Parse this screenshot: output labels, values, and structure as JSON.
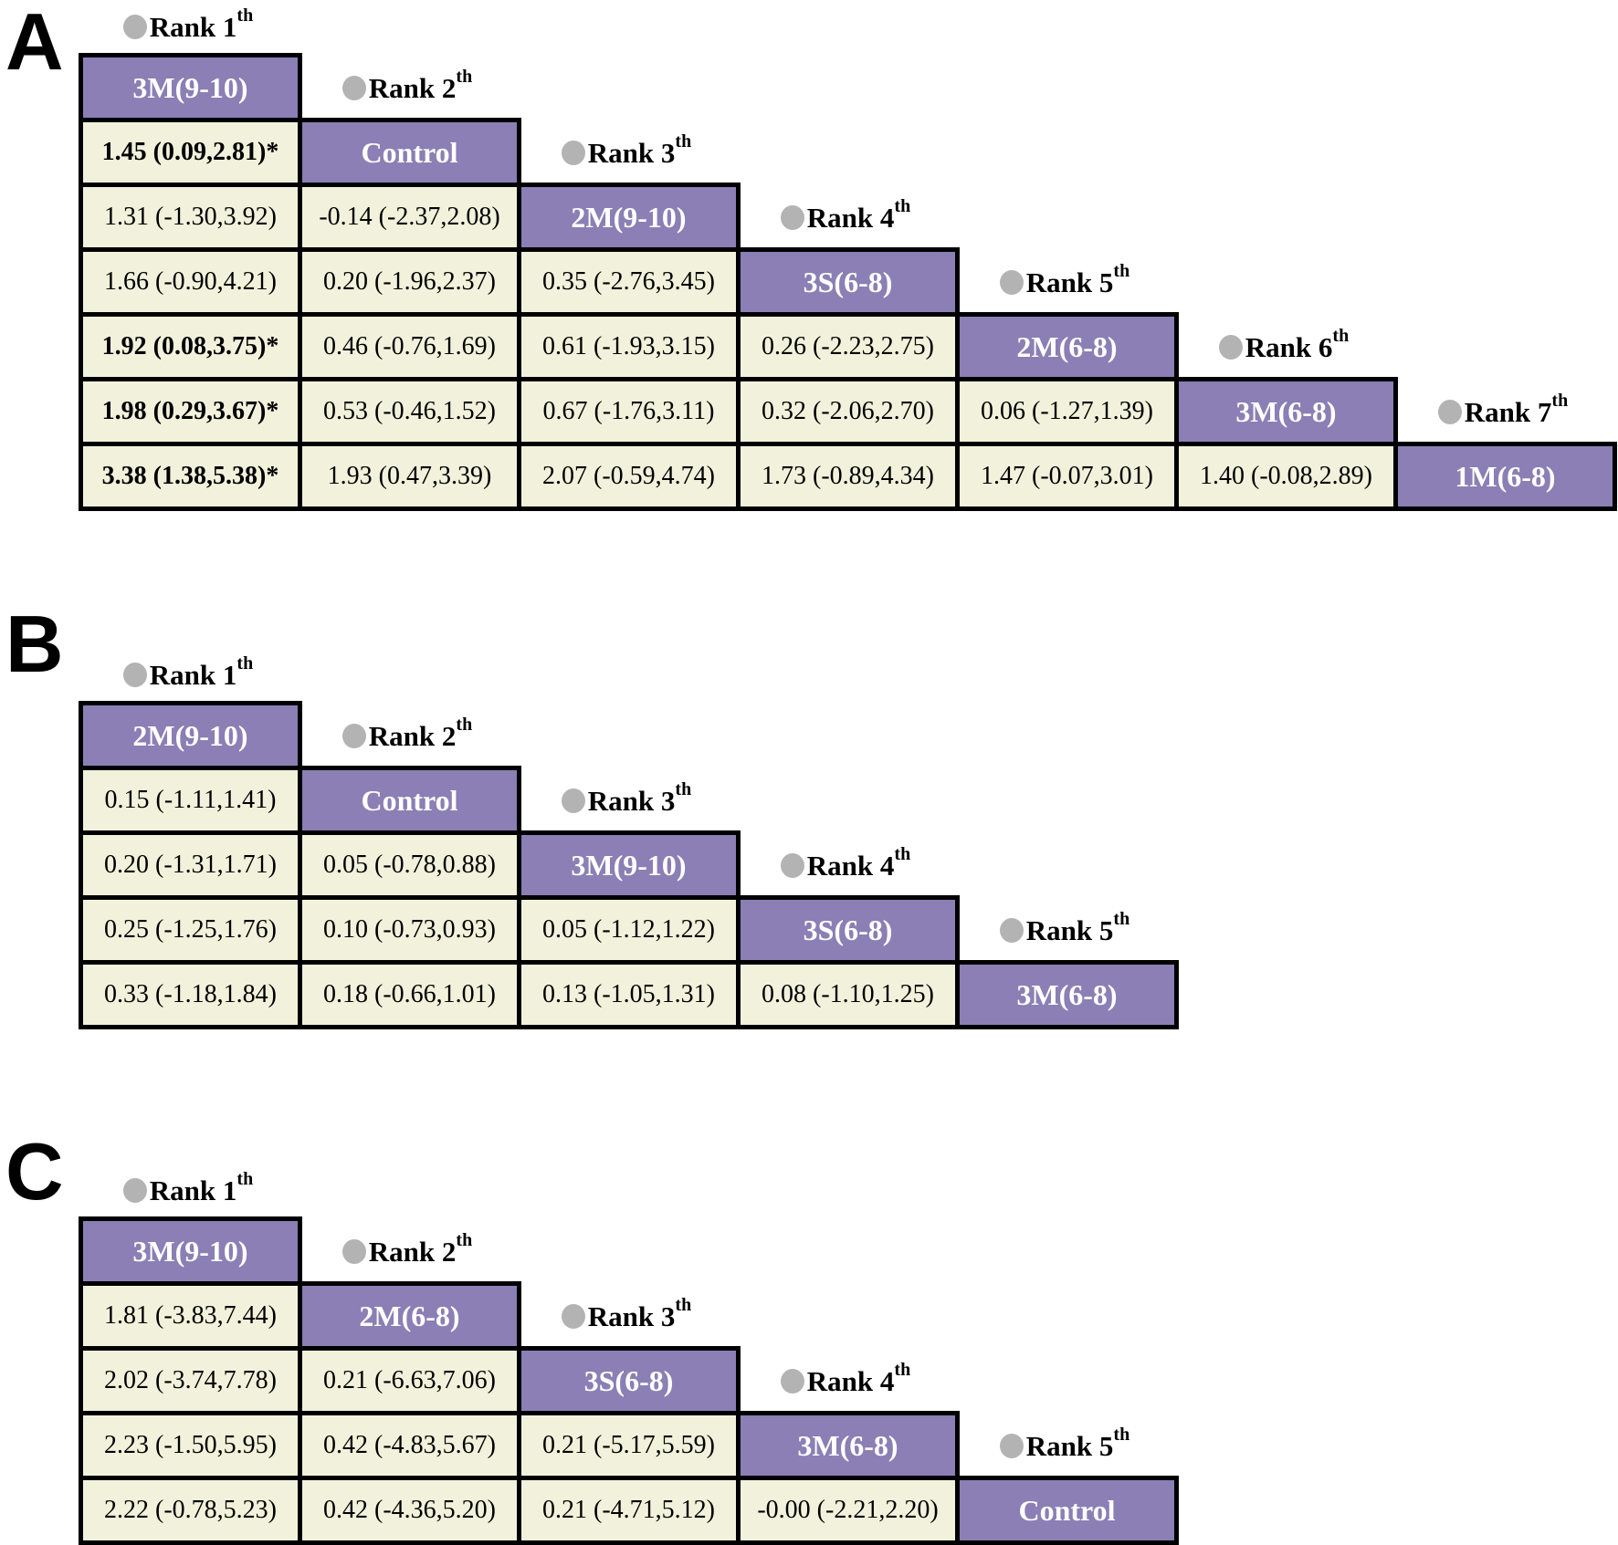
{
  "figure": {
    "description_visible_text_only": true,
    "rank_suffix": "th",
    "significance_marker": "*"
  },
  "colors": {
    "diagonal_purple": "#8b7fb5",
    "estimate_cream": "#f2f2dc",
    "border_black": "#000000",
    "rank_dot_gray": "#b3b3b3",
    "treatment_text_white": "#ffffff",
    "background": "#ffffff"
  },
  "chart_data": [
    {
      "type": "table",
      "panel": "A",
      "rank_labels": [
        "Rank 1",
        "Rank 2",
        "Rank 3",
        "Rank 4",
        "Rank 5",
        "Rank 6",
        "Rank 7"
      ],
      "ranked_treatments": [
        "3M(9-10)",
        "Control",
        "2M(9-10)",
        "3S(6-8)",
        "2M(6-8)",
        "3M(6-8)",
        "1M(6-8)"
      ],
      "matrix_rows": [
        [],
        [
          "1.45 (0.09,2.81)*"
        ],
        [
          "1.31 (-1.30,3.92)",
          "-0.14 (-2.37,2.08)"
        ],
        [
          "1.66 (-0.90,4.21)",
          "0.20 (-1.96,2.37)",
          "0.35 (-2.76,3.45)"
        ],
        [
          "1.92 (0.08,3.75)*",
          "0.46 (-0.76,1.69)",
          "0.61 (-1.93,3.15)",
          "0.26 (-2.23,2.75)"
        ],
        [
          "1.98 (0.29,3.67)*",
          "0.53 (-0.46,1.52)",
          "0.67 (-1.76,3.11)",
          "0.32 (-2.06,2.70)",
          "0.06 (-1.27,1.39)"
        ],
        [
          "3.38 (1.38,5.38)*",
          "1.93 (0.47,3.39)",
          "2.07 (-0.59,4.74)",
          "1.73 (-0.89,4.34)",
          "1.47 (-0.07,3.01)",
          "1.40 (-0.08,2.89)"
        ]
      ]
    },
    {
      "type": "table",
      "panel": "B",
      "rank_labels": [
        "Rank 1",
        "Rank 2",
        "Rank 3",
        "Rank 4",
        "Rank 5"
      ],
      "ranked_treatments": [
        "2M(9-10)",
        "Control",
        "3M(9-10)",
        "3S(6-8)",
        "3M(6-8)"
      ],
      "matrix_rows": [
        [],
        [
          "0.15 (-1.11,1.41)"
        ],
        [
          "0.20 (-1.31,1.71)",
          "0.05 (-0.78,0.88)"
        ],
        [
          "0.25 (-1.25,1.76)",
          "0.10 (-0.73,0.93)",
          "0.05 (-1.12,1.22)"
        ],
        [
          "0.33 (-1.18,1.84)",
          "0.18 (-0.66,1.01)",
          "0.13 (-1.05,1.31)",
          "0.08 (-1.10,1.25)"
        ]
      ]
    },
    {
      "type": "table",
      "panel": "C",
      "rank_labels": [
        "Rank 1",
        "Rank 2",
        "Rank 3",
        "Rank 4",
        "Rank 5"
      ],
      "ranked_treatments": [
        "3M(9-10)",
        "2M(6-8)",
        "3S(6-8)",
        "3M(6-8)",
        "Control"
      ],
      "matrix_rows": [
        [],
        [
          "1.81 (-3.83,7.44)"
        ],
        [
          "2.02 (-3.74,7.78)",
          "0.21 (-6.63,7.06)"
        ],
        [
          "2.23 (-1.50,5.95)",
          "0.42 (-4.83,5.67)",
          "0.21 (-5.17,5.59)"
        ],
        [
          "2.22 (-0.78,5.23)",
          "0.42 (-4.36,5.20)",
          "0.21 (-4.71,5.12)",
          "-0.00 (-2.21,2.20)"
        ]
      ]
    }
  ]
}
